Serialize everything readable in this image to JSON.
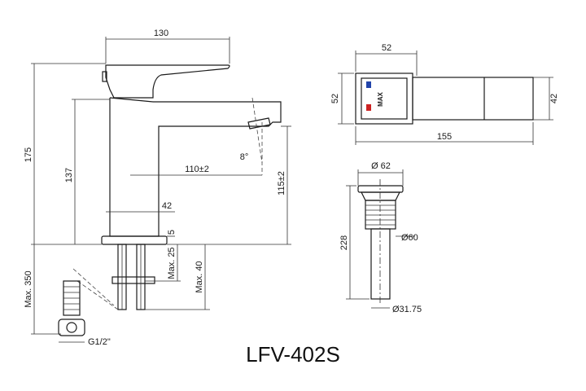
{
  "model": "LFV-402S",
  "dimensions": {
    "side_width": "130",
    "total_height": "175",
    "body_height": "137",
    "spout_reach": "110±2",
    "spout_height": "115±2",
    "spout_angle": "8°",
    "base_width": "42",
    "base_thickness": "5",
    "max_counter": "Max. 25",
    "max_mount": "Max. 40",
    "max_hose": "Max. 350",
    "thread": "G1/2\"",
    "top_depth": "52",
    "top_width": "52",
    "top_length": "155",
    "top_handle": "42",
    "drain_top_dia": "Ø 62",
    "drain_body_dia": "Ø60",
    "drain_height": "228",
    "drain_pipe_dia": "Ø31.75"
  },
  "brand_mark": "MAX",
  "colors": {
    "hot": "#cc2222",
    "cold": "#2244aa"
  }
}
